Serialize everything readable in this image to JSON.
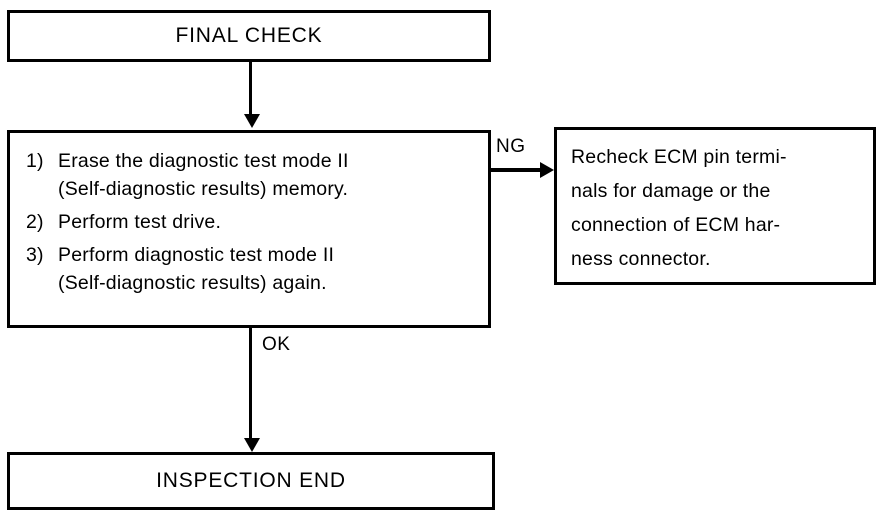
{
  "diagram": {
    "title_box": {
      "label": "FINAL CHECK"
    },
    "steps_box": {
      "steps": [
        {
          "number": "1)",
          "lines": [
            "Erase the diagnostic test mode II",
            "(Self-diagnostic results) memory."
          ]
        },
        {
          "number": "2)",
          "lines": [
            "Perform test drive."
          ]
        },
        {
          "number": "3)",
          "lines": [
            "Perform diagnostic test mode II",
            "(Self-diagnostic results) again."
          ]
        }
      ]
    },
    "recheck_box": {
      "lines": [
        "Recheck ECM pin termi-",
        "nals for damage or the",
        "connection of ECM har-",
        "ness connector."
      ]
    },
    "end_box": {
      "label": "INSPECTION END"
    },
    "branches": {
      "ng_label": "NG",
      "ok_label": "OK"
    },
    "colors": {
      "stroke": "#000000",
      "background": "#ffffff"
    }
  }
}
